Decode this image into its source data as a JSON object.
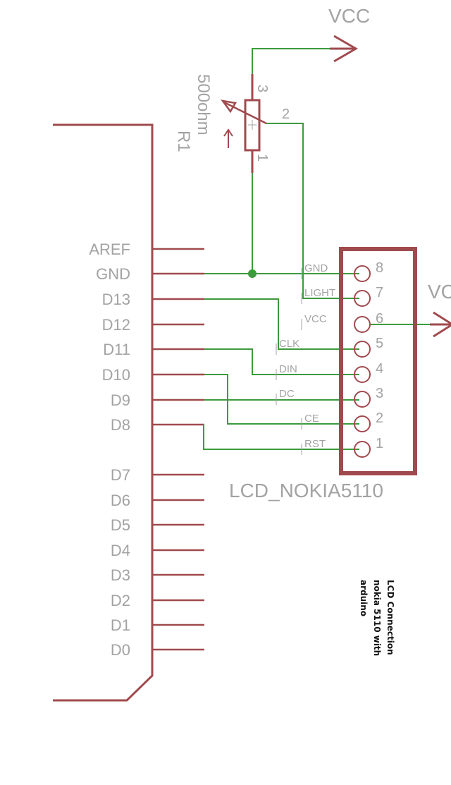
{
  "title": "LCD Connection nokia 5110 with arduino",
  "note_lines": [
    "LCD Connection",
    "nokia 5110 with",
    "arduino"
  ],
  "arduino_pins": [
    "AREF",
    "GND",
    "D13",
    "D12",
    "D11",
    "D10",
    "D9",
    "D8",
    "D7",
    "D6",
    "D5",
    "D4",
    "D3",
    "D2",
    "D1",
    "D0"
  ],
  "lcd": {
    "name": "LCD_NOKIA5110",
    "pins": [
      {
        "num": "8",
        "name": "GND"
      },
      {
        "num": "7",
        "name": "LIGHT"
      },
      {
        "num": "6",
        "name": "VCC"
      },
      {
        "num": "5",
        "name": "CLK"
      },
      {
        "num": "4",
        "name": "DIN"
      },
      {
        "num": "3",
        "name": "DC"
      },
      {
        "num": "2",
        "name": "CE"
      },
      {
        "num": "1",
        "name": "RST"
      }
    ]
  },
  "pot": {
    "name": "R1",
    "value": "500ohm",
    "pin3": "3",
    "pin2": "2",
    "pin1": "1"
  },
  "supply_top": "VCC",
  "supply_right": "VC",
  "colors": {
    "part": "#a04a4e",
    "wire": "#3d9a3d",
    "label": "#a3a3a3"
  }
}
